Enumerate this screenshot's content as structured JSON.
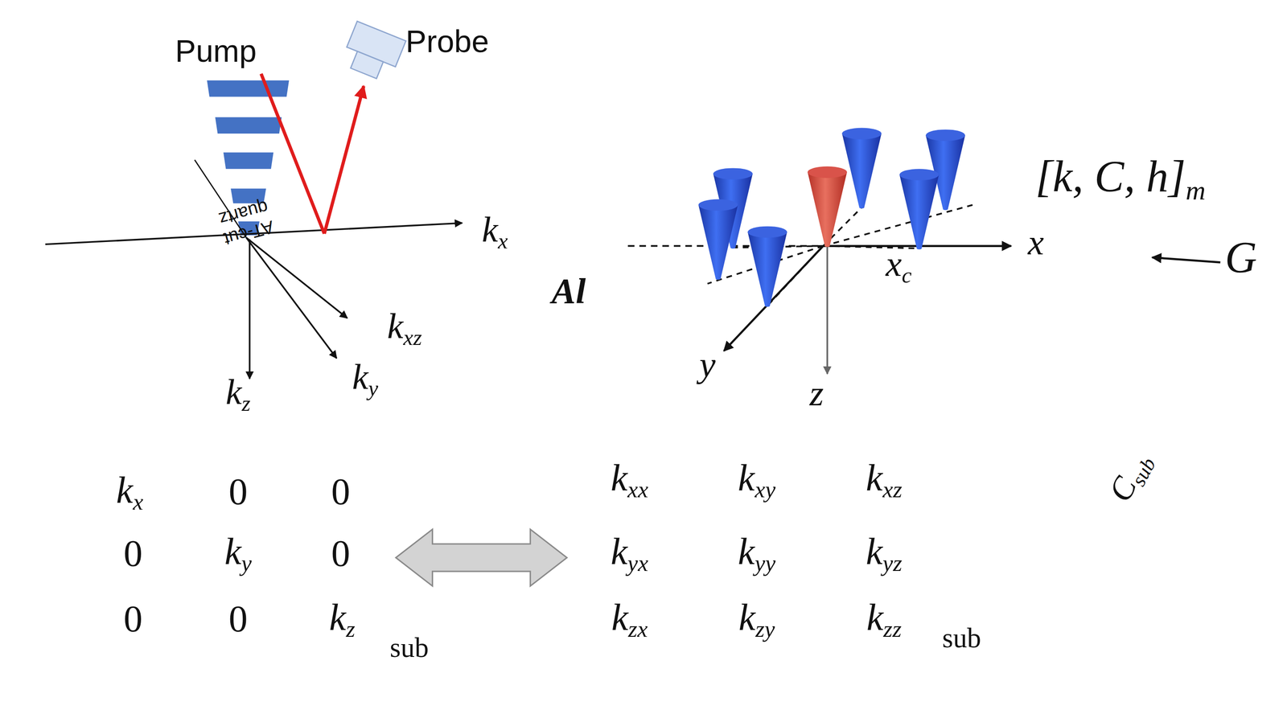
{
  "diagram": {
    "nodes": [
      {
        "text": [
          "AT-cut quartz"
        ]
      },
      {
        "text": [
          "Csub"
        ]
      },
      {
        "text": [
          "Al"
        ],
        "in": 1
      },
      {
        "text": [
          "kx",
          "0",
          "0",
          "0",
          "ky",
          "0",
          "0",
          "0",
          "kz",
          "sub"
        ]
      },
      {
        "text": [
          "kxx",
          "kxy",
          "kxz",
          "kyx",
          "kyy",
          "kyz",
          "kzx",
          "kzy",
          "kzz",
          "sub"
        ],
        "in": 1
      }
    ],
    "edges": [
      {
        "from": 3,
        "to": 4,
        "arrow": "both"
      }
    ],
    "labels": [
      "Pump",
      "Probe",
      "kx",
      "kxz",
      "ky",
      "kz",
      "[k, C, h]m",
      "G",
      "x",
      "xc",
      "y",
      "z"
    ]
  }
}
